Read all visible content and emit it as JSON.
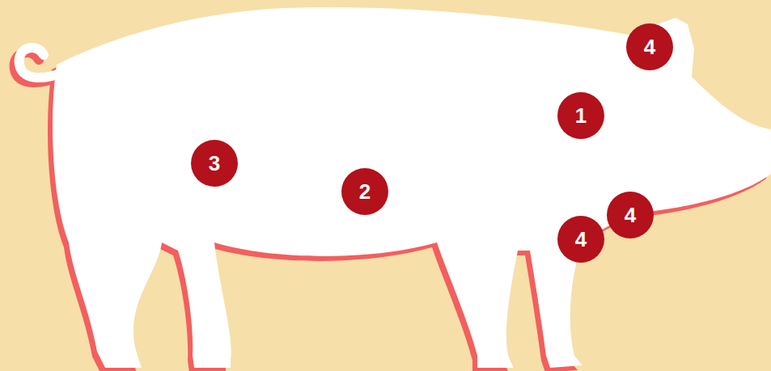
{
  "diagram": {
    "labels": [
      "4",
      "1",
      "3",
      "2",
      "4",
      "4"
    ]
  }
}
